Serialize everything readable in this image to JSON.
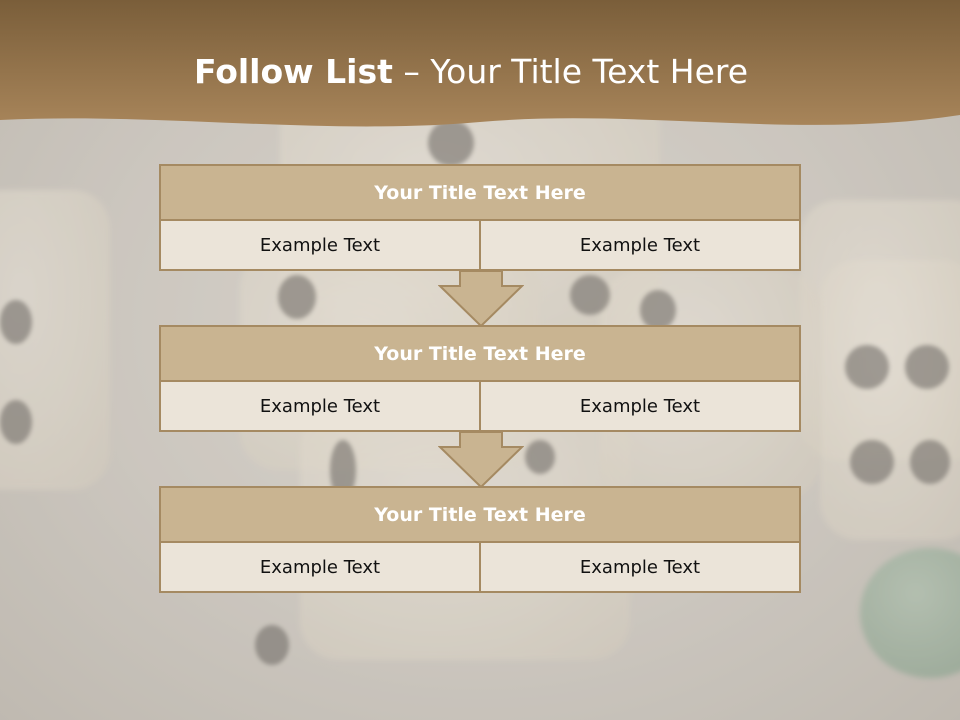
{
  "slide": {
    "title_bold": "Follow List",
    "title_rest": " – Your Title Text Here"
  },
  "blocks": [
    {
      "title": "Your Title Text Here",
      "left": "Example Text",
      "right": "Example Text"
    },
    {
      "title": "Your Title Text Here",
      "left": "Example Text",
      "right": "Example Text"
    },
    {
      "title": "Your Title Text Here",
      "left": "Example Text",
      "right": "Example Text"
    }
  ],
  "colors": {
    "banner": "#8a6a3f",
    "header_fill": "#c9b491",
    "border": "#a58a62",
    "cell_fill": "#ebe4d9"
  }
}
